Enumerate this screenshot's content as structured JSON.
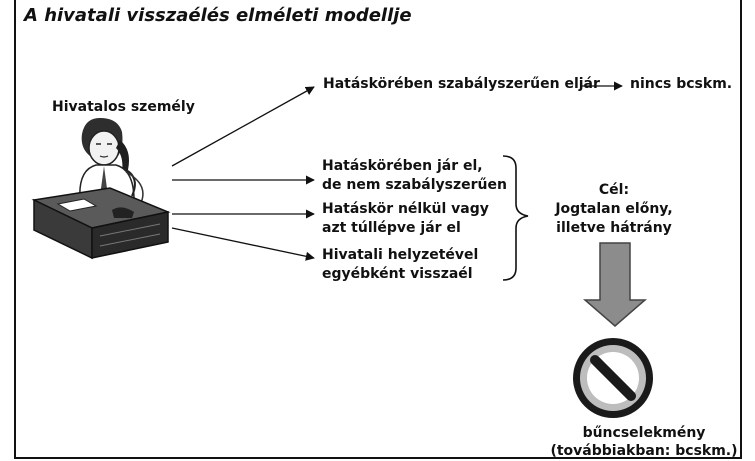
{
  "title": "A hivatali visszaélés elméleti modellje",
  "official": {
    "label": "Hivatalos személy"
  },
  "branches": {
    "lawful": {
      "text": "Hatáskörében szabályszerűen eljár",
      "result": "nincs bcskm."
    },
    "improper_line1": "Hatáskörében jár el,",
    "improper_line2": "de nem szabályszerűen",
    "exceed_line1": "Hatáskör nélkül vagy",
    "exceed_line2": "azt túllépve jár el",
    "abuse_line1": "Hivatali helyzetével",
    "abuse_line2": "egyébként visszaél"
  },
  "goal": {
    "line1": "Cél:",
    "line2": "Jogtalan előny,",
    "line3": "illetve hátrány"
  },
  "crime": {
    "line1": "bűncselekmény",
    "line2": "(továbbiakban: bcskm.)"
  },
  "colors": {
    "arrow_fill": "#8c8c8c",
    "prohibited_fill": "#9a9a9a",
    "desk": "#3a3a3a"
  },
  "icons": [
    "office-worker-on-phone-icon",
    "down-arrow-icon",
    "prohibited-icon"
  ]
}
